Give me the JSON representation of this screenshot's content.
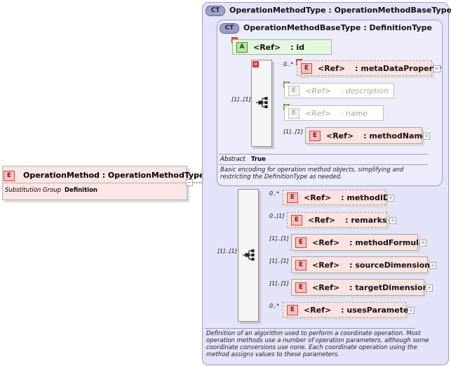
{
  "root": {
    "badge": "E",
    "title": "OperationMethod : OperationMethodType",
    "subst_label": "Substitution Group",
    "subst_value": "Definition"
  },
  "outer_type": {
    "badge": "CT",
    "title": "OperationMethodType : OperationMethodBaseType",
    "documentation": "Definition of an algorithm used to perform a coordinate operation. Most operation methods use a number of operation parameters, although some coordinate conversions use none. Each coordinate operation using the method assigns values to these parameters."
  },
  "inner_type": {
    "badge": "CT",
    "title": "OperationMethodBaseType : DefinitionType",
    "abstract_label": "Abstract",
    "abstract_value": "True",
    "documentation": "Basic encoding for operation method objects, simplifying and restricting the DefinitionType as needed."
  },
  "attribute": {
    "badge": "A",
    "ref": "<Ref>",
    "name": ": id"
  },
  "inner_sequence": {
    "cardinality": "[1]..[1]",
    "items": [
      {
        "card": "0..*",
        "badge": "E",
        "ref": "<Ref>",
        "name": ": metaDataProperty",
        "state": "prohibited"
      },
      {
        "card": "",
        "badge": "E",
        "ref": "<Ref>",
        "name": ": description",
        "state": "restricted"
      },
      {
        "card": "",
        "badge": "E",
        "ref": "<Ref>",
        "name": ": name",
        "state": "restricted"
      },
      {
        "card": "[1]..[1]",
        "badge": "E",
        "ref": "<Ref>",
        "name": ": methodName",
        "state": "required"
      }
    ]
  },
  "outer_sequence": {
    "cardinality": "[1]..[1]",
    "items": [
      {
        "card": "0..*",
        "badge": "E",
        "ref": "<Ref>",
        "name": ": methodID",
        "state": "optional"
      },
      {
        "card": "0..[1]",
        "badge": "E",
        "ref": "<Ref>",
        "name": ": remarks",
        "state": "optional"
      },
      {
        "card": "[1]..[1]",
        "badge": "E",
        "ref": "<Ref>",
        "name": ": methodFormula",
        "state": "required"
      },
      {
        "card": "[1]..[1]",
        "badge": "E",
        "ref": "<Ref>",
        "name": ": sourceDimensions",
        "state": "required"
      },
      {
        "card": "[1]..[1]",
        "badge": "E",
        "ref": "<Ref>",
        "name": ": targetDimensions",
        "state": "required"
      },
      {
        "card": "0..*",
        "badge": "E",
        "ref": "<Ref>",
        "name": ": usesParameter",
        "state": "optional"
      }
    ]
  },
  "icons": {
    "prohibited": "red-x-icon",
    "restricted": "green-plus-icon",
    "expand": "expand-icon",
    "sequence": "sequence-icon"
  }
}
